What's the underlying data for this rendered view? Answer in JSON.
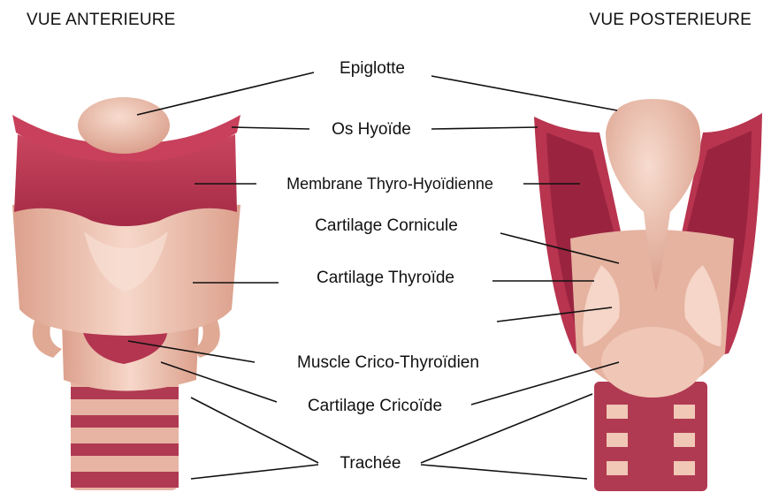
{
  "titles": {
    "anterior": "VUE ANTERIEURE",
    "posterior": "VUE POSTERIEURE"
  },
  "labels": {
    "epiglotte": "Epiglotte",
    "os_hyoide": "Os Hyoïde",
    "membrane": "Membrane Thyro-Hyoïdienne",
    "cornicule": "Cartilage Cornicule",
    "thyroide": "Cartilage Thyroïde",
    "muscle": "Muscle Crico-Thyroïdien",
    "cricoide": "Cartilage Cricoïde",
    "trachee": "Trachée"
  },
  "colors": {
    "cartilage": "#e9b8a6",
    "cartilage_light": "#f5d6c8",
    "membrane": "#b8344f",
    "membrane_dark": "#9a2440",
    "ring_dark": "#a8324a",
    "leader": "#111111"
  }
}
